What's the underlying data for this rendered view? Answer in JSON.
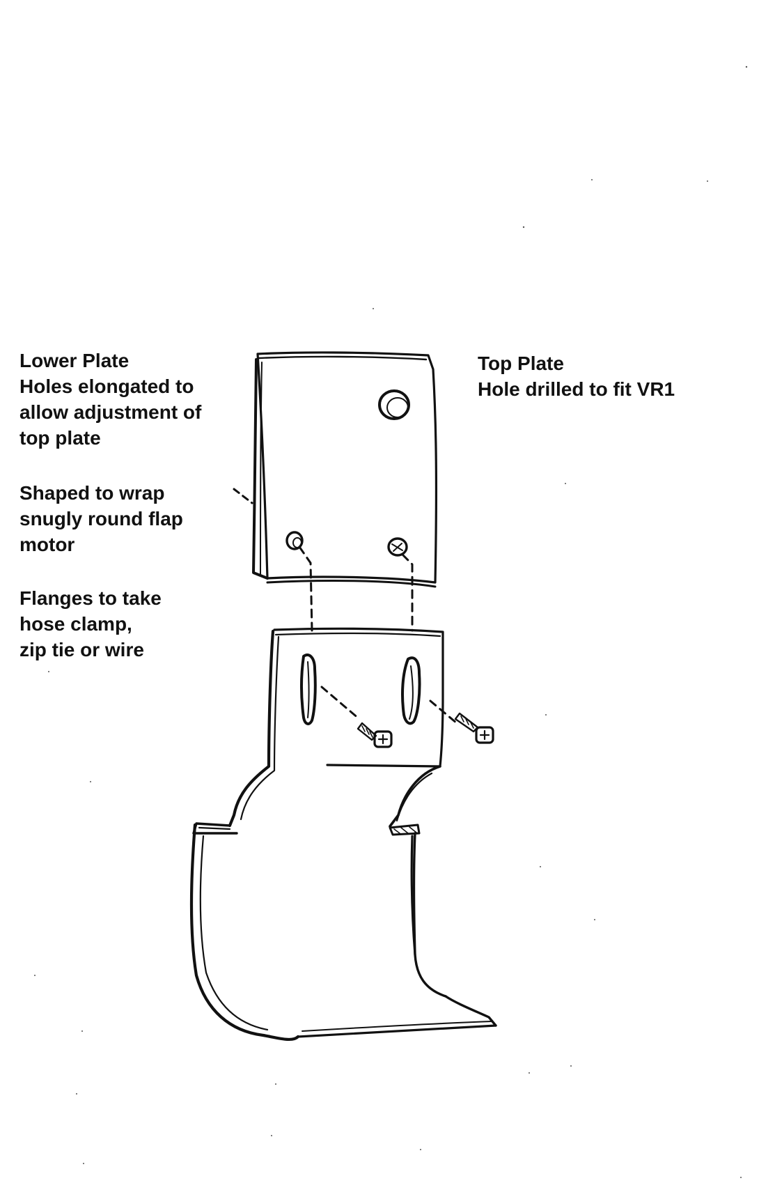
{
  "labels": {
    "lower_plate": {
      "title": "Lower Plate",
      "lines": [
        "Holes elongated to",
        "allow adjustment of",
        "top plate"
      ]
    },
    "shaped": {
      "lines": [
        "Shaped to wrap",
        "snugly round flap",
        "motor"
      ]
    },
    "flanges": {
      "lines": [
        "Flanges to take",
        "hose clamp,",
        "zip tie or wire"
      ]
    },
    "top_plate": {
      "title": "Top Plate",
      "lines": [
        "Hole drilled to fit VR1"
      ]
    }
  },
  "colors": {
    "ink": "#111111",
    "paper": "#ffffff"
  }
}
